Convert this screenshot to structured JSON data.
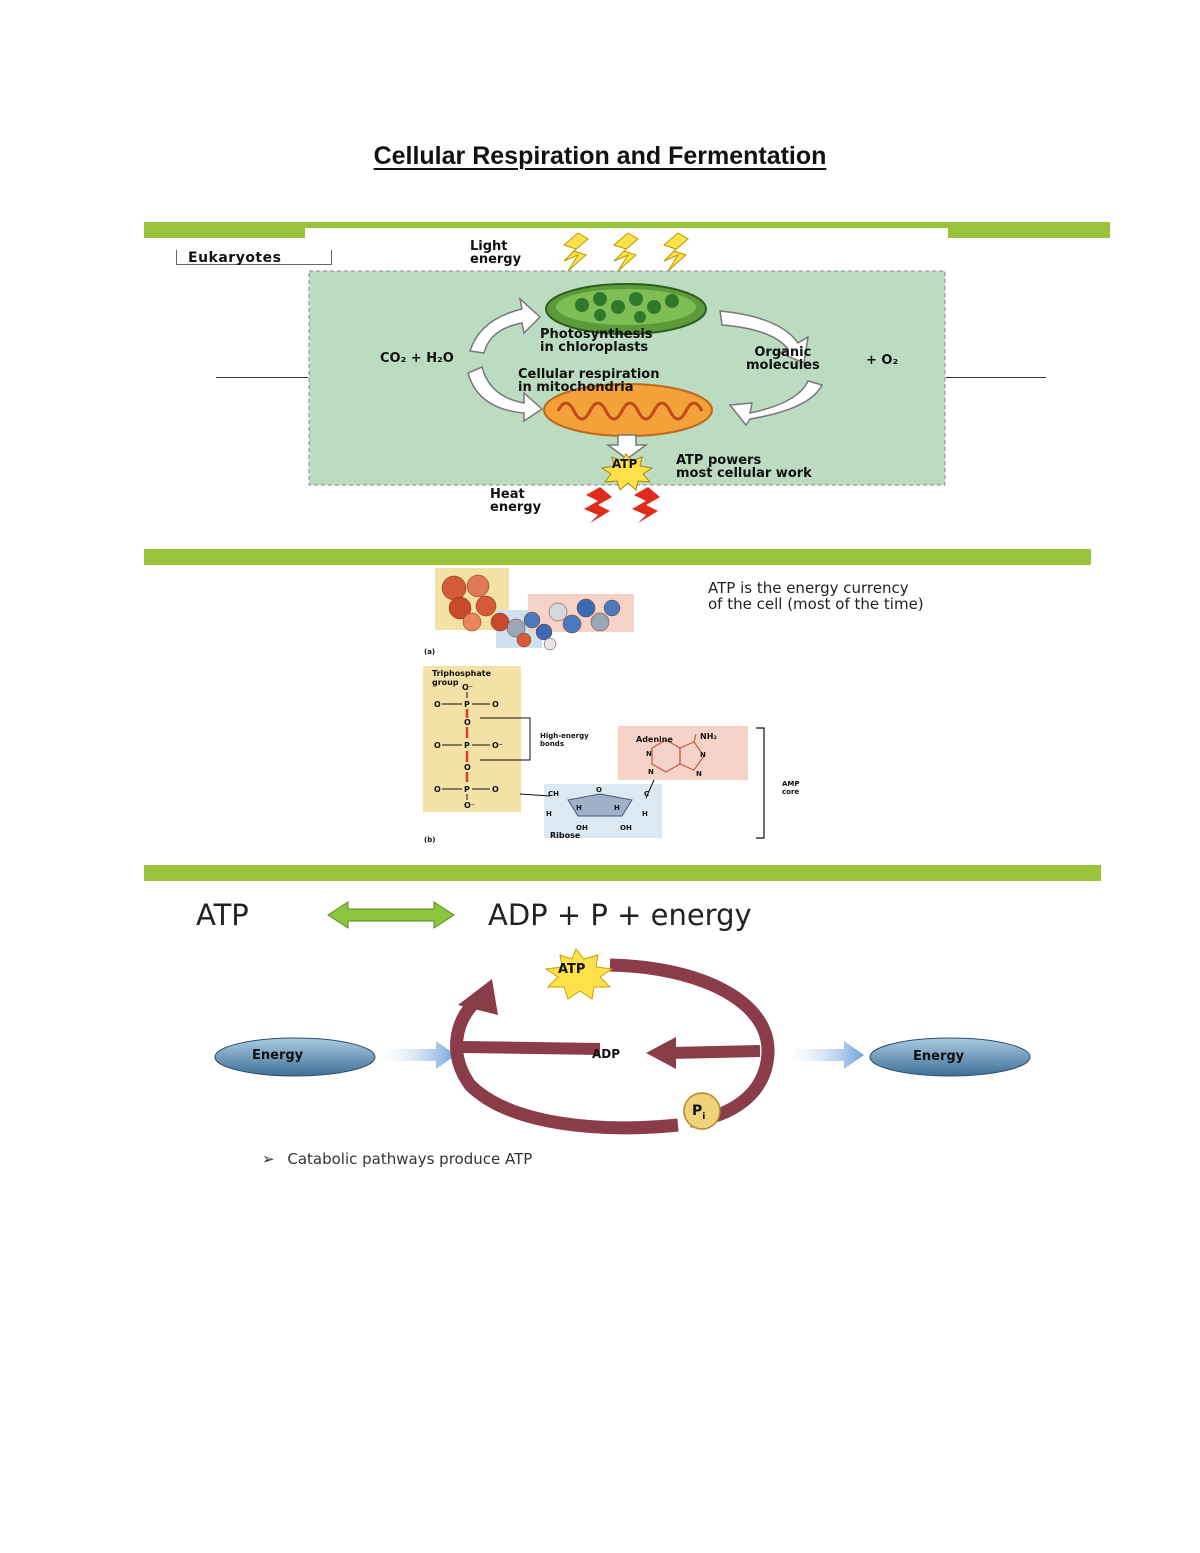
{
  "document": {
    "title": "Cellular Respiration and Fermentation"
  },
  "section1": {
    "eukaryotes_label": "Eukaryotes",
    "light_energy": [
      "Light",
      "energy"
    ],
    "photosynthesis": [
      "Photosynthesis",
      "in chloroplasts"
    ],
    "respiration": [
      "Cellular respiration",
      "in mitochondria"
    ],
    "co2_h2o": "CO₂ + H₂O",
    "organic": [
      "Organic",
      "molecules"
    ],
    "o2": "+ O₂",
    "atp_badge": "ATP",
    "atp_powers": [
      "ATP powers",
      "most cellular work"
    ],
    "heat_energy": [
      "Heat",
      "energy"
    ]
  },
  "section2": {
    "caption": [
      "ATP is the energy currency",
      "of the cell (most of the time)"
    ],
    "label_a": "(a)",
    "label_b": "(b)",
    "triphosphate": [
      "Triphosphate",
      "group"
    ],
    "high_energy": [
      "High-energy",
      "bonds"
    ],
    "adenine": "Adenine",
    "nh2": "NH₂",
    "ribose": "Ribose",
    "amp_core": [
      "AMP",
      "core"
    ]
  },
  "section3": {
    "equation_left": "ATP",
    "equation_right": "ADP + P + energy",
    "atp": "ATP",
    "adp": "ADP",
    "pi": "P",
    "pi_sub": "i",
    "energy_left": "Energy",
    "energy_right": "Energy",
    "bullet": "➢",
    "bullet_text": "Catabolic pathways produce ATP"
  },
  "colors": {
    "section_bar": "#98c33b",
    "diagram_bg": "#bcdcc2",
    "arrow_maroon": "#8a3c48",
    "energy_blue": "#4a7fa6",
    "atp_star": "#ffe14a"
  }
}
